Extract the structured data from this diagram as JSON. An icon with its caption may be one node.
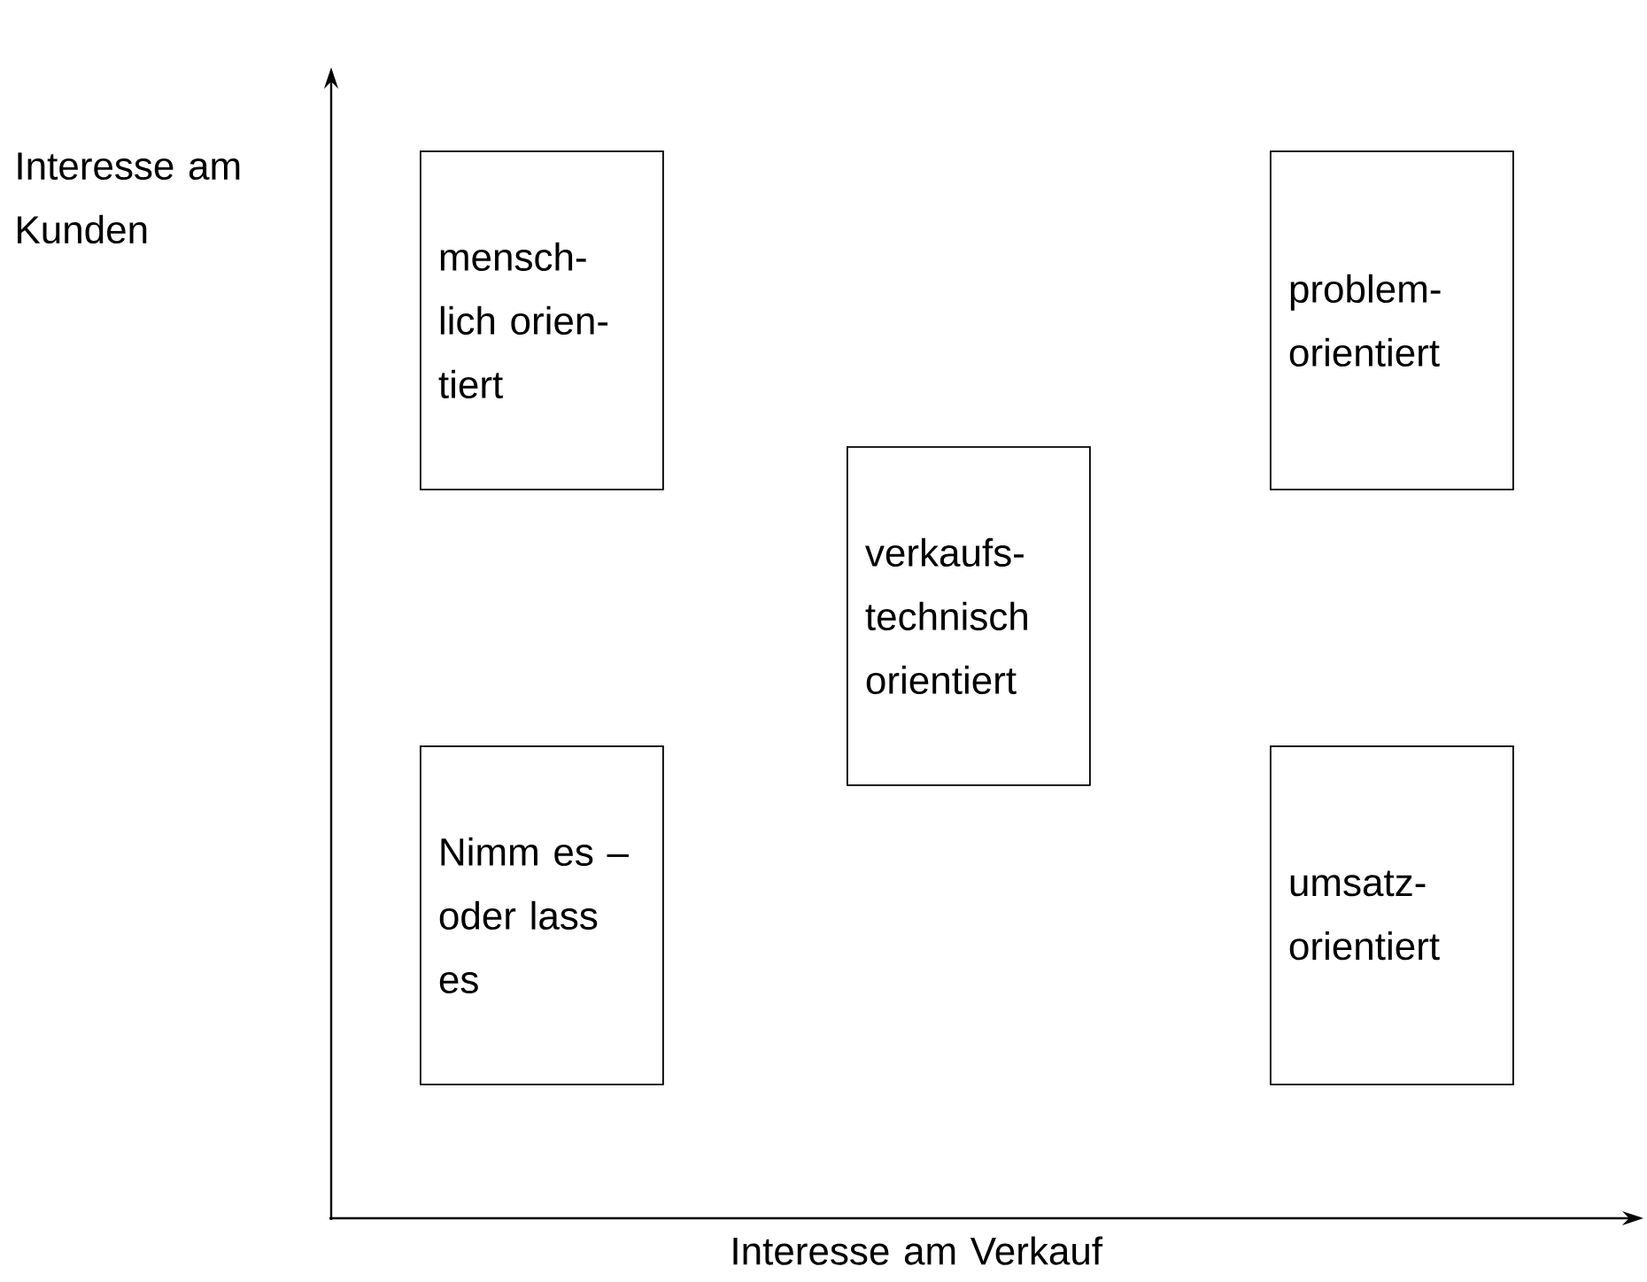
{
  "diagram": {
    "nodes": [
      {
        "text": [
          "mensch- lich orien- tiert"
        ]
      },
      {
        "text": [
          "problem- orientiert"
        ]
      },
      {
        "text": [
          "verkaufs- technisch orientiert"
        ]
      },
      {
        "text": [
          "Nimm es – oder lass es"
        ]
      },
      {
        "text": [
          "umsatz- orientiert"
        ]
      }
    ],
    "labels": [
      "Interesse am Kunden",
      "Interesse am Verkauf"
    ]
  }
}
